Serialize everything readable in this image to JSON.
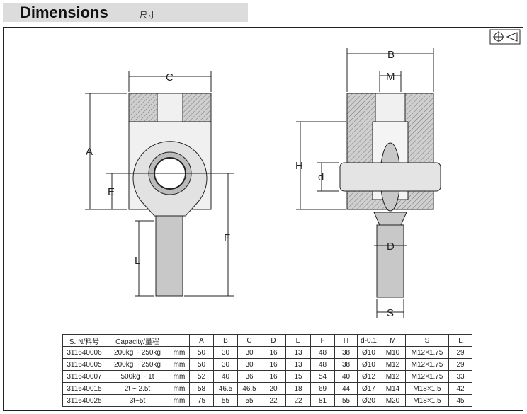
{
  "header": {
    "title": "Dimensions",
    "subtitle": "尺寸"
  },
  "dimension_labels": {
    "A": "A",
    "B": "B",
    "C": "C",
    "D": "D",
    "E": "E",
    "F": "F",
    "H": "H",
    "L": "L",
    "M": "M",
    "S": "S",
    "d": "d"
  },
  "table": {
    "headers": [
      "S. N/料号",
      "Capacity/量程",
      "",
      "A",
      "B",
      "C",
      "D",
      "E",
      "F",
      "H",
      "d-0.1",
      "M",
      "S",
      "L"
    ],
    "rows": [
      [
        "311640006",
        "200kg ~ 250kg",
        "mm",
        "50",
        "30",
        "30",
        "16",
        "13",
        "48",
        "38",
        "Ø10",
        "M10",
        "M12×1.75",
        "29"
      ],
      [
        "311640005",
        "200kg ~ 250kg",
        "mm",
        "50",
        "30",
        "30",
        "16",
        "13",
        "48",
        "38",
        "Ø10",
        "M12",
        "M12×1.75",
        "29"
      ],
      [
        "311640007",
        "500kg ~ 1t",
        "mm",
        "52",
        "40",
        "36",
        "16",
        "15",
        "54",
        "40",
        "Ø12",
        "M12",
        "M12×1.75",
        "33"
      ],
      [
        "311640015",
        "2t ~ 2.5t",
        "mm",
        "58",
        "46.5",
        "46.5",
        "20",
        "18",
        "69",
        "44",
        "Ø17",
        "M14",
        "M18×1.5",
        "42"
      ],
      [
        "311640025",
        "3t~5t",
        "mm",
        "75",
        "55",
        "55",
        "22",
        "22",
        "81",
        "55",
        "Ø20",
        "M20",
        "M18×1.5",
        "45"
      ]
    ]
  }
}
